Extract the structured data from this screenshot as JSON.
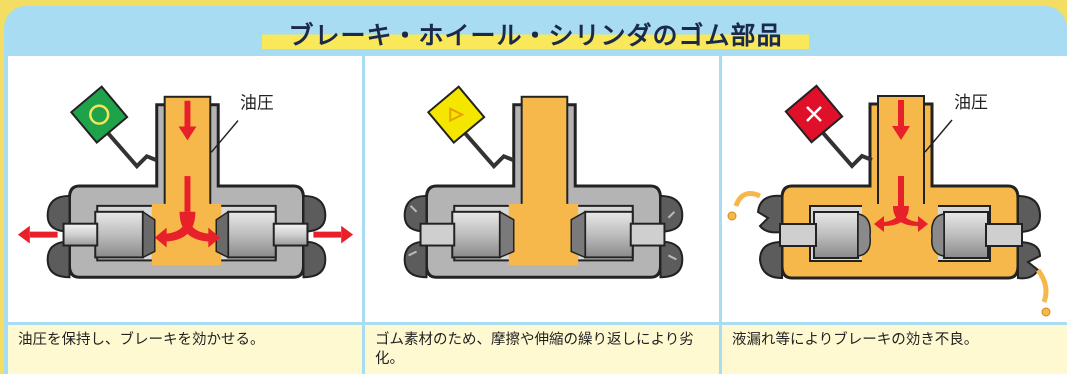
{
  "title": "ブレーキ・ホイール・シリンダのゴム部品",
  "panels": [
    {
      "status_icon": "circle-ok-icon",
      "status_color": "#1fa34a",
      "label": "油圧",
      "caption": "油圧を保持し、ブレーキを効かせる。"
    },
    {
      "status_icon": "triangle-warning-icon",
      "status_color": "#f5e600",
      "label": "",
      "caption": "ゴム素材のため、摩擦や伸縮の繰り返しにより劣化。"
    },
    {
      "status_icon": "cross-bad-icon",
      "status_color": "#e0102a",
      "label": "油圧",
      "caption": "液漏れ等によりブレーキの効き不良。"
    }
  ],
  "colors": {
    "fluid": "#f6b84a",
    "arrow": "#e8202a",
    "metal": "#9a9a9a",
    "rubber": "#555555"
  }
}
